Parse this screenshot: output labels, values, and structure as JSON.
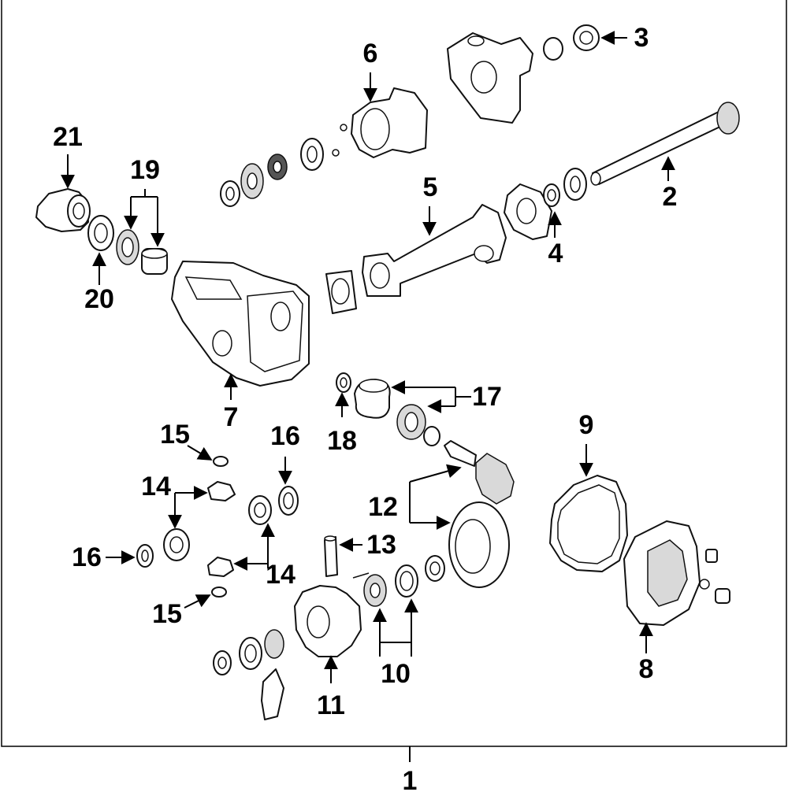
{
  "diagram": {
    "callouts": [
      {
        "id": "c1",
        "label": "1"
      },
      {
        "id": "c2",
        "label": "2"
      },
      {
        "id": "c3",
        "label": "3"
      },
      {
        "id": "c4",
        "label": "4"
      },
      {
        "id": "c5",
        "label": "5"
      },
      {
        "id": "c6",
        "label": "6"
      },
      {
        "id": "c7",
        "label": "7"
      },
      {
        "id": "c8",
        "label": "8"
      },
      {
        "id": "c9",
        "label": "9"
      },
      {
        "id": "c10",
        "label": "10"
      },
      {
        "id": "c11",
        "label": "11"
      },
      {
        "id": "c12",
        "label": "12"
      },
      {
        "id": "c13",
        "label": "13"
      },
      {
        "id": "c14a",
        "label": "14"
      },
      {
        "id": "c14b",
        "label": "14"
      },
      {
        "id": "c15a",
        "label": "15"
      },
      {
        "id": "c15b",
        "label": "15"
      },
      {
        "id": "c16a",
        "label": "16"
      },
      {
        "id": "c16b",
        "label": "16"
      },
      {
        "id": "c17",
        "label": "17"
      },
      {
        "id": "c18",
        "label": "18"
      },
      {
        "id": "c19",
        "label": "19"
      },
      {
        "id": "c20",
        "label": "20"
      },
      {
        "id": "c21",
        "label": "21"
      }
    ]
  }
}
